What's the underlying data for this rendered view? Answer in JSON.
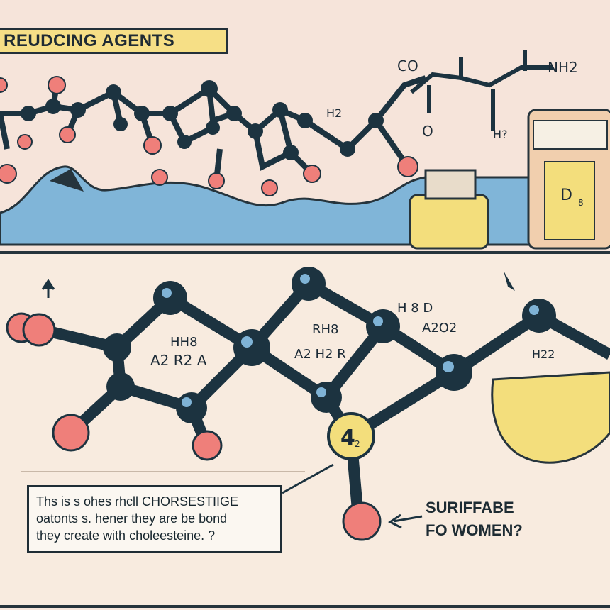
{
  "title": "REUDCING AGENTS",
  "top_labels": {
    "co": "CO",
    "o": "O",
    "nh2": "NH2",
    "h2_left": "H2",
    "h_question": "H?",
    "jar_label": "D",
    "jar_sub": "8"
  },
  "ring_labels": {
    "ring1_top": "HH8",
    "ring1_bottom": "A2 R2 A",
    "ring2_top": "RH8",
    "ring2_bottom": "A2 H2 R",
    "formula_top": "H 8 D",
    "formula_bottom": "A2O2",
    "right_ring": "H22",
    "yellow_atom": "4",
    "yellow_atom_sub": "2"
  },
  "note": {
    "lines": [
      "Ths is s ohes rhcll CHORSESTIIGE",
      "oatonts s. hener they are be bond",
      "they create with choleesteine. ?"
    ]
  },
  "side_label": {
    "line1": "SURIFFABE",
    "line2": "FO WOMEN?"
  },
  "colors": {
    "top_bg": "#f6e4da",
    "bottom_bg": "#f8ebdf",
    "title_bg": "#f6df86",
    "wave_blue": "#7fb3d6",
    "atom_dark": "#1c3340",
    "atom_red": "#ef7f7a",
    "yellow": "#f3de7c"
  }
}
